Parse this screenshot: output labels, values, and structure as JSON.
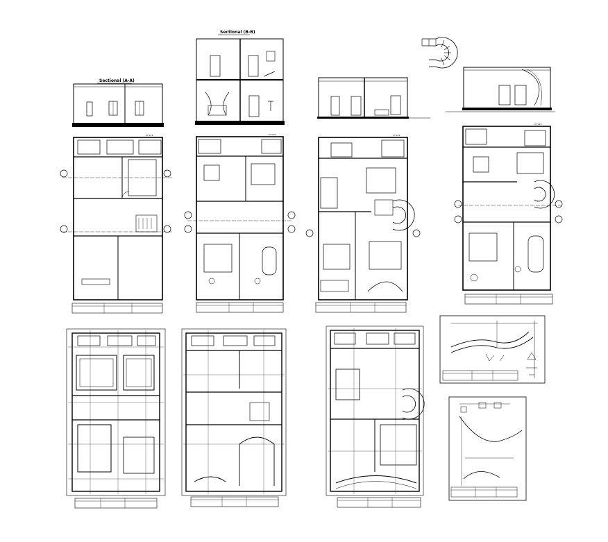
{
  "sheet": {
    "section_aa_title": "Sectional (A-A)",
    "section_bb_title": "Sectional (B-B)",
    "dimension_tag": "27'x45'"
  },
  "colors": {
    "line": "#000000",
    "background": "#ffffff"
  }
}
